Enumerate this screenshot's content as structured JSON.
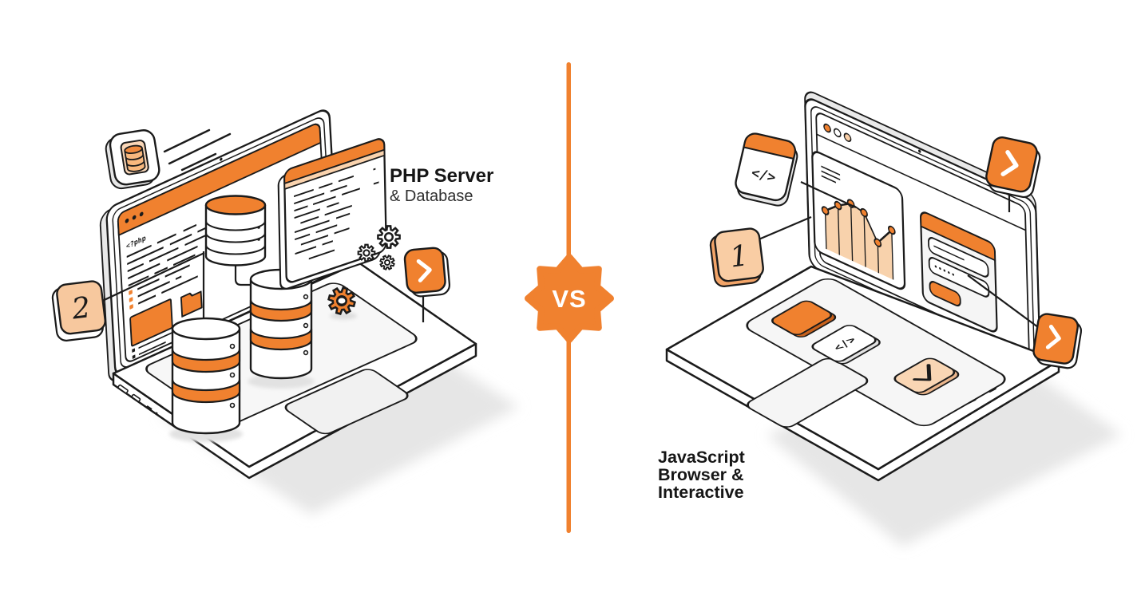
{
  "colors": {
    "orange": "#F0812F",
    "orange_dark": "#C8611C",
    "peach": "#F9CDA4",
    "peach_light": "#F8D2AC",
    "ink": "#1b1b1b",
    "shadow": "#E4E4E4"
  },
  "divider": {
    "vs_label": "VS"
  },
  "left": {
    "heading": {
      "line1": "PHP Server",
      "line2": "& Database"
    },
    "screen": {
      "code_tag": "<?php"
    },
    "badge": {
      "number": "2"
    }
  },
  "right": {
    "heading": {
      "line1": "JavaScript",
      "line2": "Browser &",
      "line3": "Interactive"
    },
    "badge": {
      "number": "1"
    },
    "code_badge": {
      "label": "</>"
    },
    "code_key": {
      "label": "</>"
    }
  }
}
